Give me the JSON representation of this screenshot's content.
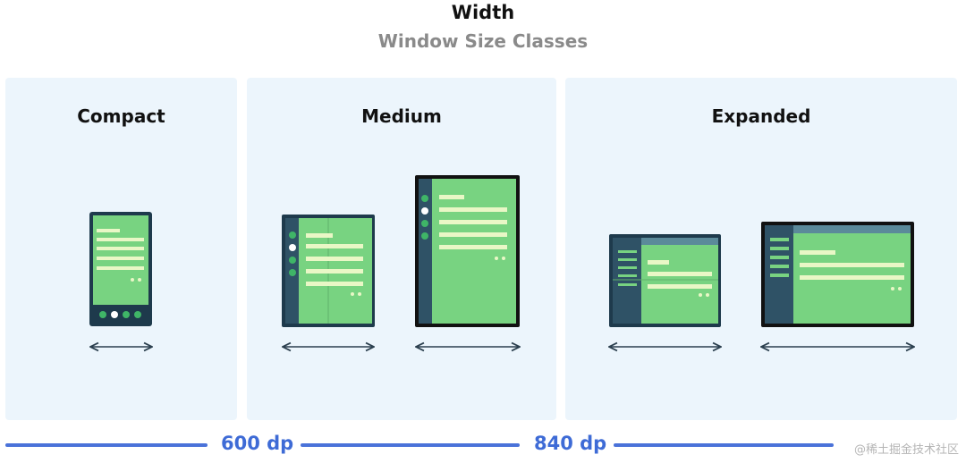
{
  "header": {
    "title": "Width",
    "subtitle": "Window Size Classes"
  },
  "panels": [
    {
      "label": "Compact"
    },
    {
      "label": "Medium"
    },
    {
      "label": "Expanded"
    }
  ],
  "breakpoints": [
    {
      "label": "600 dp"
    },
    {
      "label": "840 dp"
    }
  ],
  "watermark": "@稀土掘金技术社区",
  "colors": {
    "panel_bg": "#ecf5fc",
    "device_frame": "#1e3a4c",
    "nav_rail": "#2f5266",
    "screen_green": "#78d381",
    "content_lines": "#e9f7c6",
    "nav_dot": "#3fb567",
    "active_dot": "#ffffff",
    "breakpoint_blue": "#4a72d9"
  }
}
